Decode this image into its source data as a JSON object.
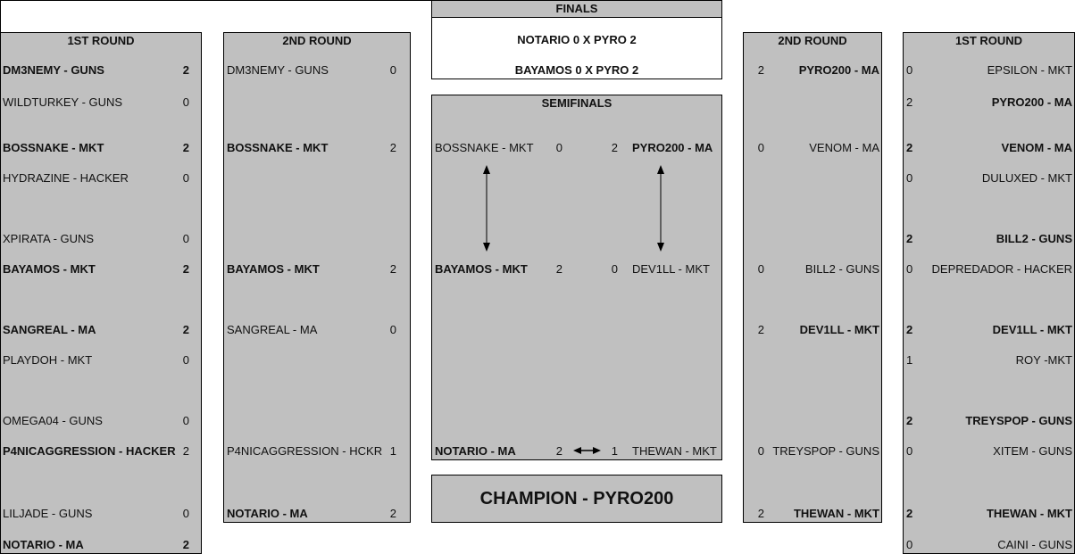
{
  "finals": {
    "title": "FINALS",
    "line1": "NOTARIO 0 X PYRO 2",
    "line2": "BAYAMOS 0 X PYRO 2"
  },
  "champion": "CHAMPION - PYRO200",
  "left_r1": {
    "title": "1ST ROUND",
    "rows": [
      {
        "name": "DM3NEMY - GUNS",
        "score": "2"
      },
      {
        "name": "WILDTURKEY - GUNS",
        "score": "0"
      },
      {
        "name": "BOSSNAKE - MKT",
        "score": "2"
      },
      {
        "name": "HYDRAZINE - HACKER",
        "score": "0"
      },
      {
        "name": "XPIRATA  - GUNS",
        "score": "0"
      },
      {
        "name": "BAYAMOS - MKT",
        "score": "2"
      },
      {
        "name": "SANGREAL - MA",
        "score": "2"
      },
      {
        "name": "PLAYDOH - MKT",
        "score": "0"
      },
      {
        "name": "OMEGA04 - GUNS",
        "score": "0"
      },
      {
        "name": "P4NICAGGRESSION - HACKER",
        "score": "2"
      },
      {
        "name": "LILJADE - GUNS",
        "score": "0"
      },
      {
        "name": "NOTARIO - MA",
        "score": "2"
      }
    ]
  },
  "left_r2": {
    "title": "2ND ROUND",
    "rows": [
      {
        "name": "DM3NEMY - GUNS",
        "score": "0"
      },
      {
        "name": "BOSSNAKE - MKT",
        "score": "2"
      },
      {
        "name": "BAYAMOS - MKT",
        "score": "2"
      },
      {
        "name": "SANGREAL - MA",
        "score": "0"
      },
      {
        "name": "P4NICAGGRESSION - HCKR",
        "score": "1"
      },
      {
        "name": "NOTARIO - MA",
        "score": "2"
      }
    ]
  },
  "semis": {
    "title": "SEMIFINALS",
    "rows": [
      {
        "left": "BOSSNAKE - MKT",
        "ls": "0",
        "rs": "2",
        "right": "PYRO200 - MA"
      },
      {
        "left": "BAYAMOS - MKT",
        "ls": "2",
        "rs": "0",
        "right": "DEV1LL - MKT"
      },
      {
        "left": "NOTARIO - MA",
        "ls": "2",
        "rs": "1",
        "right": "THEWAN - MKT"
      }
    ]
  },
  "right_r2": {
    "title": "2ND ROUND",
    "rows": [
      {
        "score": "2",
        "name": "PYRO200 - MA"
      },
      {
        "score": "0",
        "name": "VENOM - MA"
      },
      {
        "score": "0",
        "name": "BILL2 - GUNS"
      },
      {
        "score": "2",
        "name": "DEV1LL - MKT"
      },
      {
        "score": "0",
        "name": "TREYSPOP - GUNS"
      },
      {
        "score": "2",
        "name": "THEWAN - MKT"
      }
    ]
  },
  "right_r1": {
    "title": "1ST ROUND",
    "rows": [
      {
        "score": "0",
        "name": "EPSILON - MKT"
      },
      {
        "score": "2",
        "name": "PYRO200 - MA"
      },
      {
        "score": "2",
        "name": "VENOM - MA"
      },
      {
        "score": "0",
        "name": "DULUXED - MKT"
      },
      {
        "score": "2",
        "name": "BILL2 - GUNS"
      },
      {
        "score": "0",
        "name": "DEPREDADOR - HACKER"
      },
      {
        "score": "2",
        "name": "DEV1LL - MKT"
      },
      {
        "score": "1",
        "name": "ROY -MKT"
      },
      {
        "score": "2",
        "name": "TREYSPOP - GUNS"
      },
      {
        "score": "0",
        "name": "XITEM - GUNS"
      },
      {
        "score": "2",
        "name": "THEWAN - MKT"
      },
      {
        "score": "0",
        "name": "CAINI - GUNS"
      }
    ]
  }
}
